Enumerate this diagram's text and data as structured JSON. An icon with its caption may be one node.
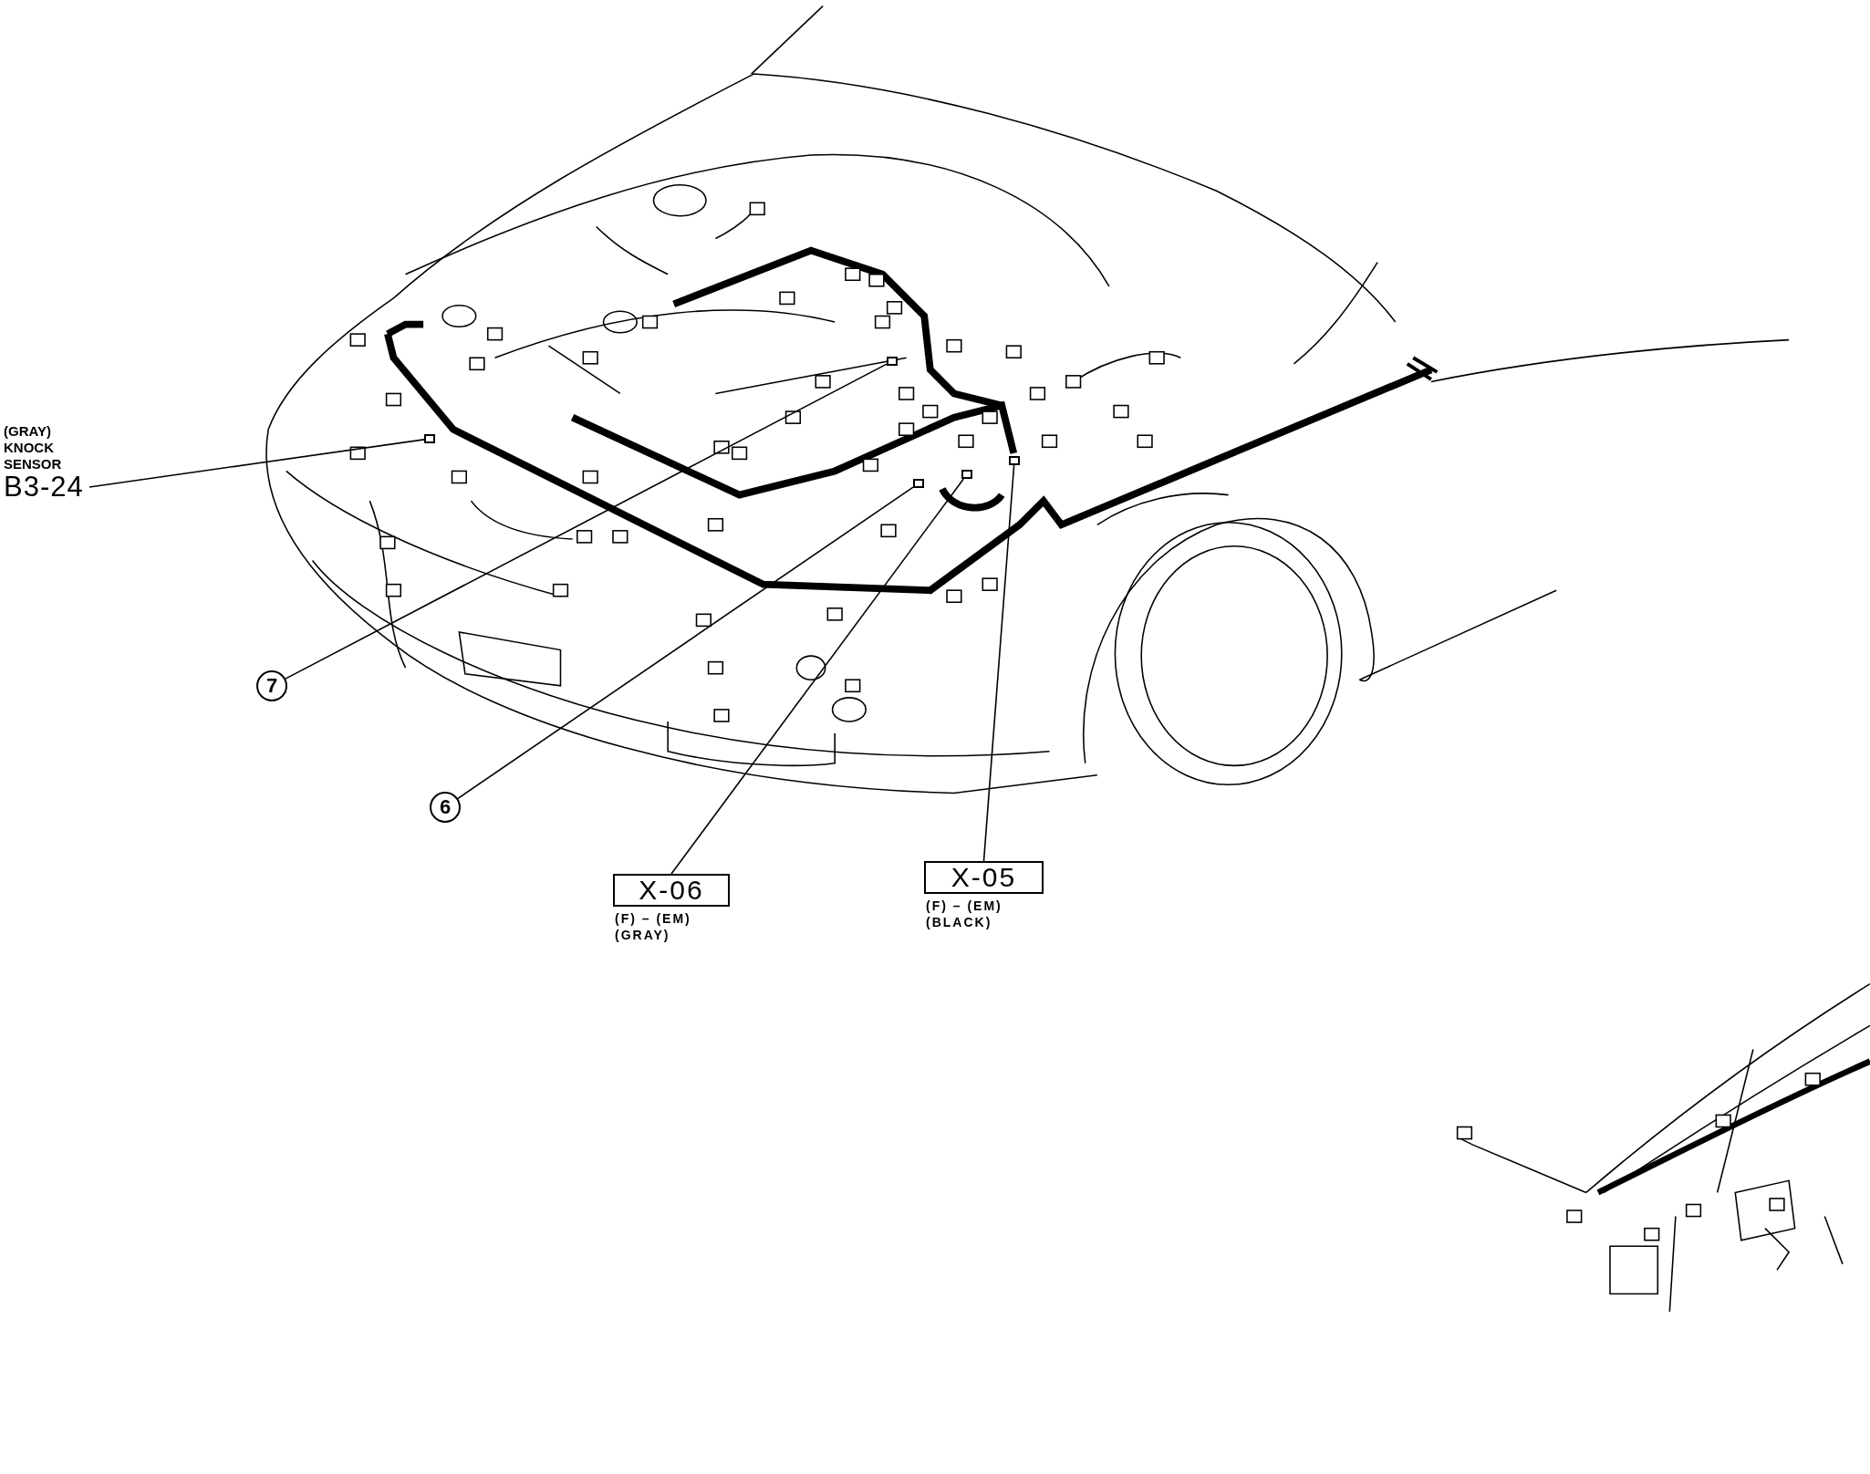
{
  "diagram": {
    "nodes": [
      {
        "text": [
          "(GRAY) KNOCK SENSOR",
          "B3-24"
        ]
      },
      {
        "text": [
          "7"
        ]
      },
      {
        "text": [
          "6"
        ]
      },
      {
        "text": [
          "X-06"
        ],
        "beside": [
          "(F) – (EM) (GRAY)"
        ]
      },
      {
        "text": [
          "X-05"
        ],
        "beside": [
          "(F) – (EM) (BLACK)"
        ]
      },
      {
        "text": [],
        "shape": "box"
      },
      {
        "text": [],
        "shape": "box"
      },
      {
        "text": [],
        "shape": "box"
      },
      {
        "text": [],
        "shape": "box"
      },
      {
        "text": [],
        "shape": "box"
      }
    ],
    "edges": [
      {
        "from": 0,
        "to": 5,
        "arrow": "none"
      },
      {
        "from": 1,
        "to": 6,
        "arrow": "none"
      },
      {
        "from": 2,
        "to": 7,
        "arrow": "none"
      },
      {
        "from": 3,
        "to": 8,
        "arrow": "none"
      },
      {
        "from": 4,
        "to": 9,
        "arrow": "none"
      }
    ]
  }
}
